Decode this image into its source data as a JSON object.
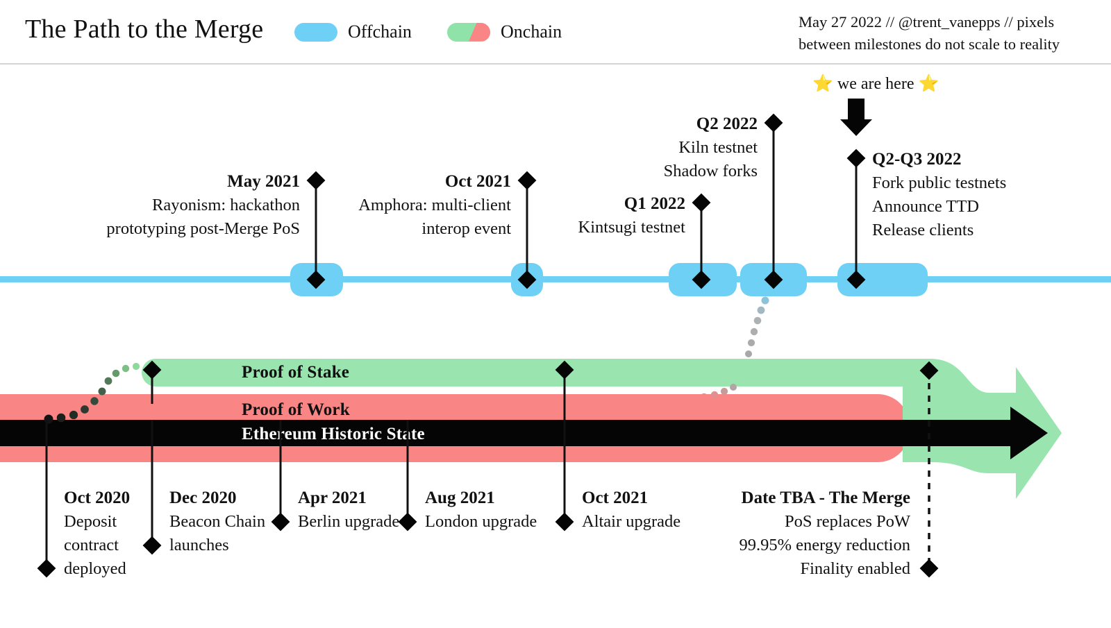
{
  "header": {
    "title": "The Path to the Merge",
    "legend": [
      {
        "label": "Offchain",
        "swatch": "offchain-swatch",
        "color": "#6fd0f5"
      },
      {
        "label": "Onchain",
        "swatch": "onchain-swatch",
        "color": "#9ae5af"
      }
    ],
    "credits_line1": "May 27 2022 // @trent_vanepps // pixels",
    "credits_line2": "between milestones do not scale to reality"
  },
  "annotation": {
    "here_text": "we are here",
    "star_glyph": "⭐"
  },
  "bands": {
    "pos_label": "Proof of Stake",
    "pow_label": "Proof of Work",
    "historic_label": "Ethereum Historic State",
    "pos_color": "#9ae5af",
    "pow_color": "#fa8585",
    "historic_color": "#050505",
    "offchain_color": "#6fd0f5"
  },
  "offchain_milestones": [
    {
      "date": "May 2021",
      "lines": [
        "Rayonism: hackathon",
        "prototyping post-Merge PoS"
      ]
    },
    {
      "date": "Oct 2021",
      "lines": [
        "Amphora: multi-client",
        "interop event"
      ]
    },
    {
      "date": "Q1 2022",
      "lines": [
        "Kintsugi testnet"
      ]
    },
    {
      "date": "Q2 2022",
      "lines": [
        "Kiln testnet",
        "Shadow forks"
      ]
    },
    {
      "date": "Q2-Q3 2022",
      "lines": [
        "Fork public testnets",
        "Announce TTD",
        "Release clients"
      ]
    }
  ],
  "onchain_milestones": [
    {
      "date": "Oct 2020",
      "lines": [
        "Deposit",
        "contract",
        "deployed"
      ]
    },
    {
      "date": "Dec 2020",
      "lines": [
        "Beacon Chain",
        "launches"
      ]
    },
    {
      "date": "Apr 2021",
      "lines": [
        "Berlin upgrade"
      ]
    },
    {
      "date": "Aug 2021",
      "lines": [
        "London upgrade"
      ]
    },
    {
      "date": "Oct 2021",
      "lines": [
        "Altair upgrade"
      ]
    },
    {
      "date": "Date TBA - The Merge",
      "lines": [
        "PoS replaces PoW",
        "99.95% energy reduction",
        "Finality enabled"
      ]
    }
  ]
}
